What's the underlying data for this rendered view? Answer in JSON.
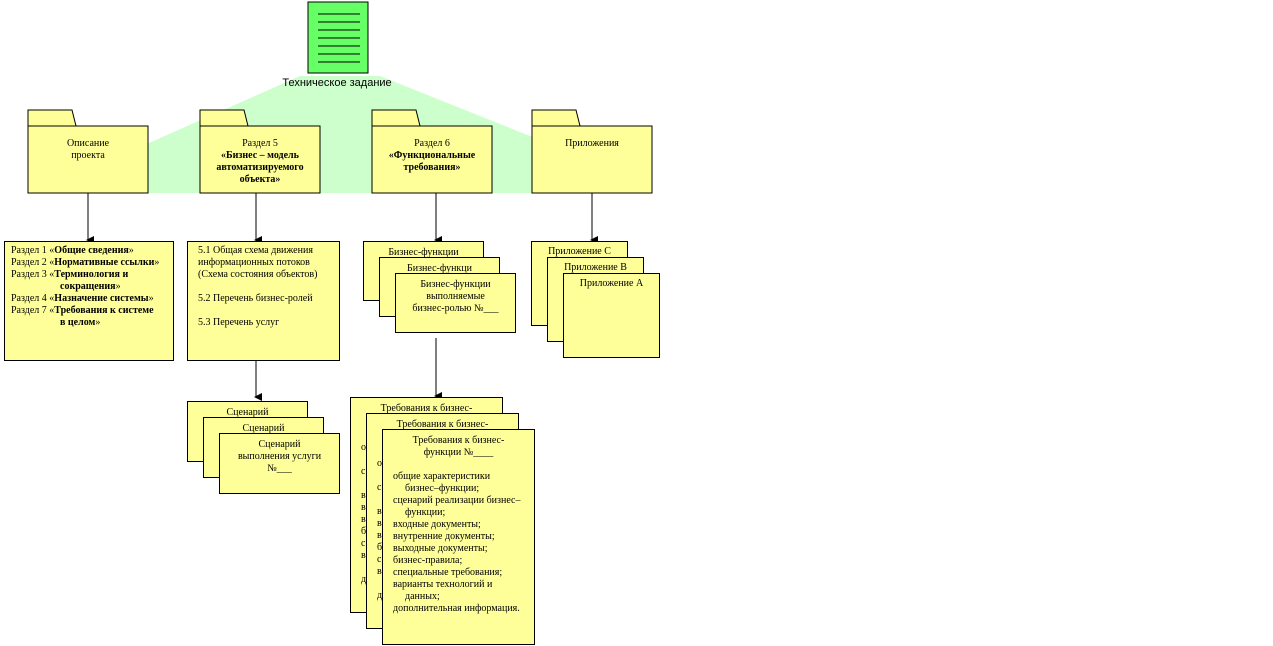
{
  "root": {
    "title": "Техническое задание"
  },
  "folders": [
    {
      "lines": [
        "Описание",
        "проекта"
      ],
      "bold": [
        false,
        false
      ]
    },
    {
      "lines": [
        "Раздел 5",
        "«Бизнес – модель",
        "автоматизируемого",
        "объекта»"
      ],
      "bold": [
        false,
        true,
        true,
        true
      ]
    },
    {
      "lines": [
        "Раздел 6",
        "«Функциональные",
        "требования»"
      ],
      "bold": [
        false,
        true,
        true
      ]
    },
    {
      "lines": [
        "Приложения"
      ],
      "bold": [
        false
      ]
    }
  ],
  "description_box": {
    "items": [
      {
        "prefix": "Раздел 1 «",
        "bold": "Общие сведения",
        "suffix": "»"
      },
      {
        "prefix": "Раздел 2 «",
        "bold": "Нормативные ссылки",
        "suffix": "»"
      },
      {
        "prefix": "Раздел 3 «",
        "bold": "Терминология и",
        "suffix": ""
      },
      {
        "prefix": "",
        "bold": "сокращения",
        "suffix": "»"
      },
      {
        "prefix": "Раздел 4 «",
        "bold": "Назначение системы",
        "suffix": "»"
      },
      {
        "prefix": "Раздел 7 «",
        "bold": "Требования к системе",
        "suffix": ""
      },
      {
        "prefix": "",
        "bold": "в целом",
        "suffix": "»"
      }
    ]
  },
  "section5_box": {
    "item1": [
      "5.1 Общая схема движения",
      "информационных потоков",
      "(Схема состояния объектов)"
    ],
    "item2": "5.2 Перечень бизнес-ролей",
    "item3": "5.3 Перечень услуг"
  },
  "scenarios": {
    "back1": "Сценарий",
    "back2": "Сценарий",
    "front": [
      "Сценарий",
      "выполнения услуги",
      "№___"
    ]
  },
  "business_functions": {
    "back1": "Бизнес-функции",
    "back2": "Бизнес-функци",
    "front": [
      "Бизнес-функции",
      "выполняемые",
      "бизнес-ролью №___"
    ]
  },
  "appendices": {
    "c": "Приложение С",
    "b": "Приложение В",
    "a": "Приложение А"
  },
  "requirements": {
    "back1": "Требования к бизнес-",
    "back2": "Требования к бизнес-",
    "front_title": [
      "Требования к бизнес-",
      "функции №____"
    ],
    "front_items": [
      "общие характеристики",
      "бизнес–функции;",
      "сценарий реализации бизнес–",
      "функции;",
      "входные документы;",
      "внутренние документы;",
      "выходные документы;",
      "бизнес-правила;",
      "специальные требования;",
      "варианты технологий и",
      "данных;",
      "дополнительная информация."
    ],
    "back_stubs": [
      "о",
      "с",
      "в",
      "в",
      "в",
      "б",
      "с",
      "в",
      "д"
    ]
  },
  "colors": {
    "note": "#ffff99",
    "root_doc": "#66ff66",
    "fan": "#ccffcc"
  }
}
